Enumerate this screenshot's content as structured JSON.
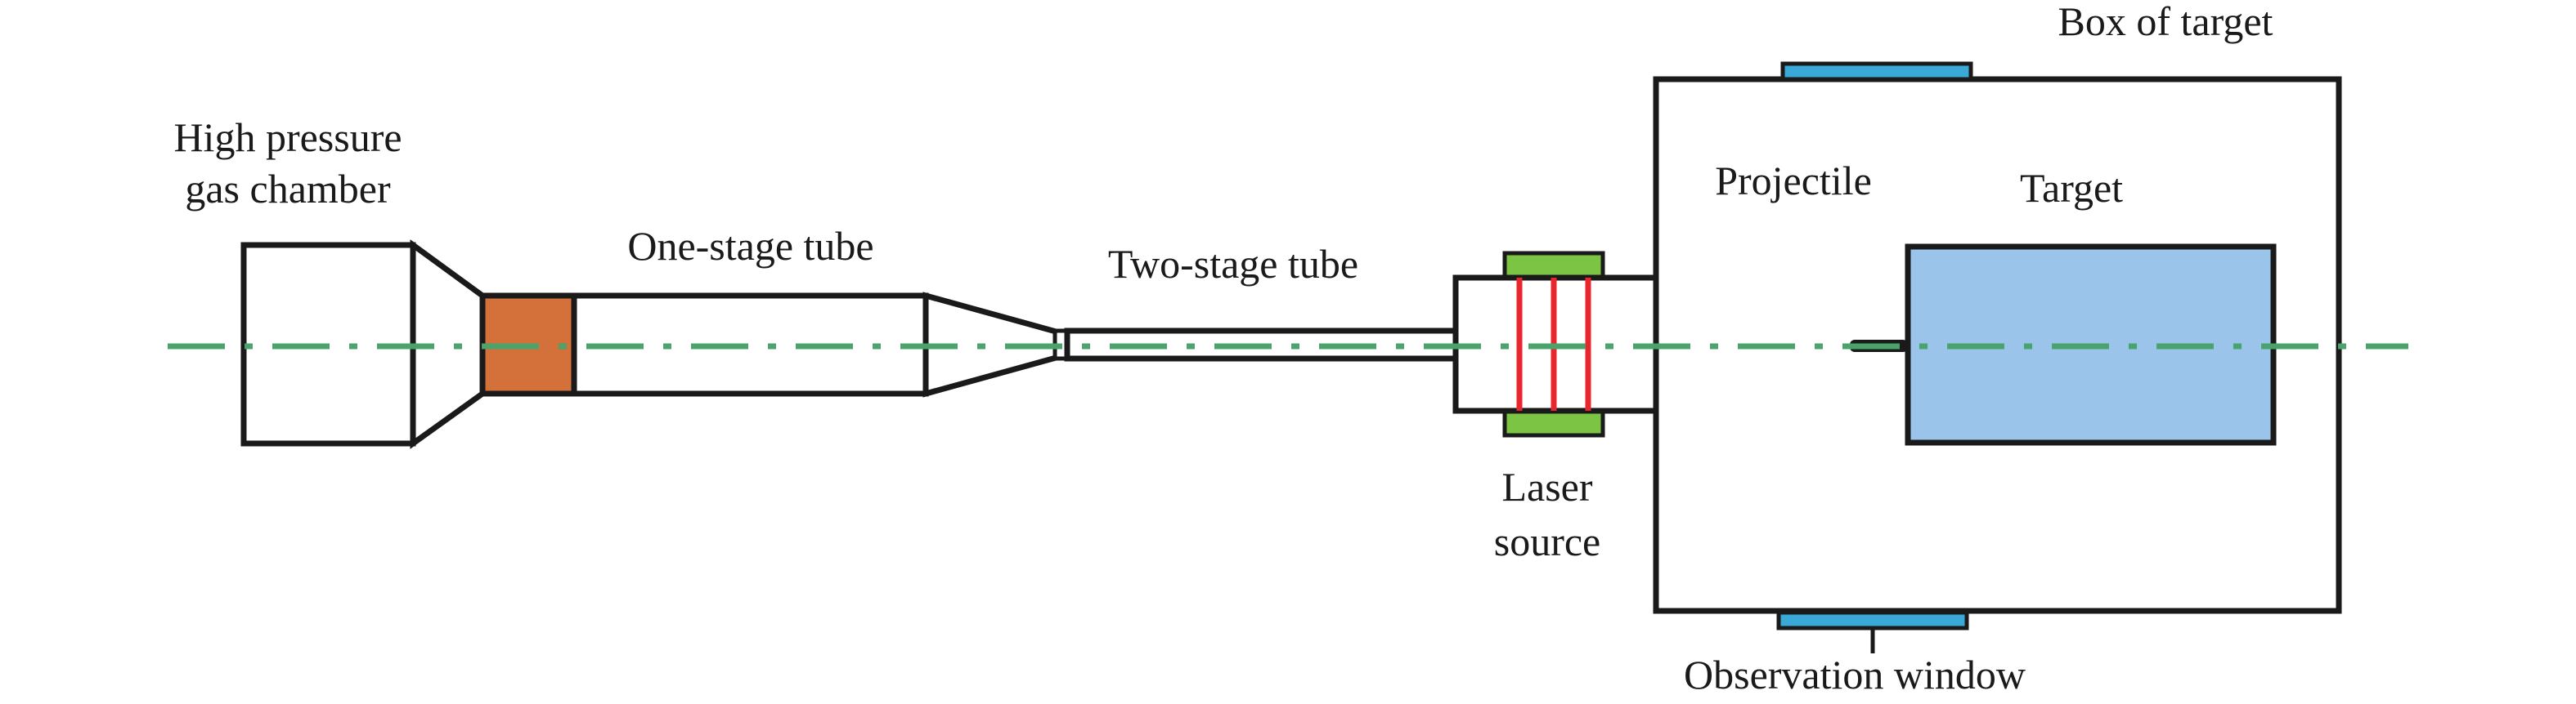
{
  "labels": {
    "high_pressure_line1": "High pressure",
    "high_pressure_line2": "gas chamber",
    "one_stage_tube": "One-stage tube",
    "two_stage_tube": "Two-stage tube",
    "laser_line1": "Laser",
    "laser_line2": "source",
    "projectile": "Projectile",
    "target": "Target",
    "box_of_target": "Box of target",
    "observation_window": "Observation window"
  },
  "colors": {
    "outline": "#1a1a1a",
    "piston": "#d4703a",
    "laser_mount": "#7cc443",
    "laser_beam": "#e8262e",
    "target_fill": "#9bc4ea",
    "window_fill": "#3aa9d8",
    "axis_line": "#4aa36a"
  }
}
